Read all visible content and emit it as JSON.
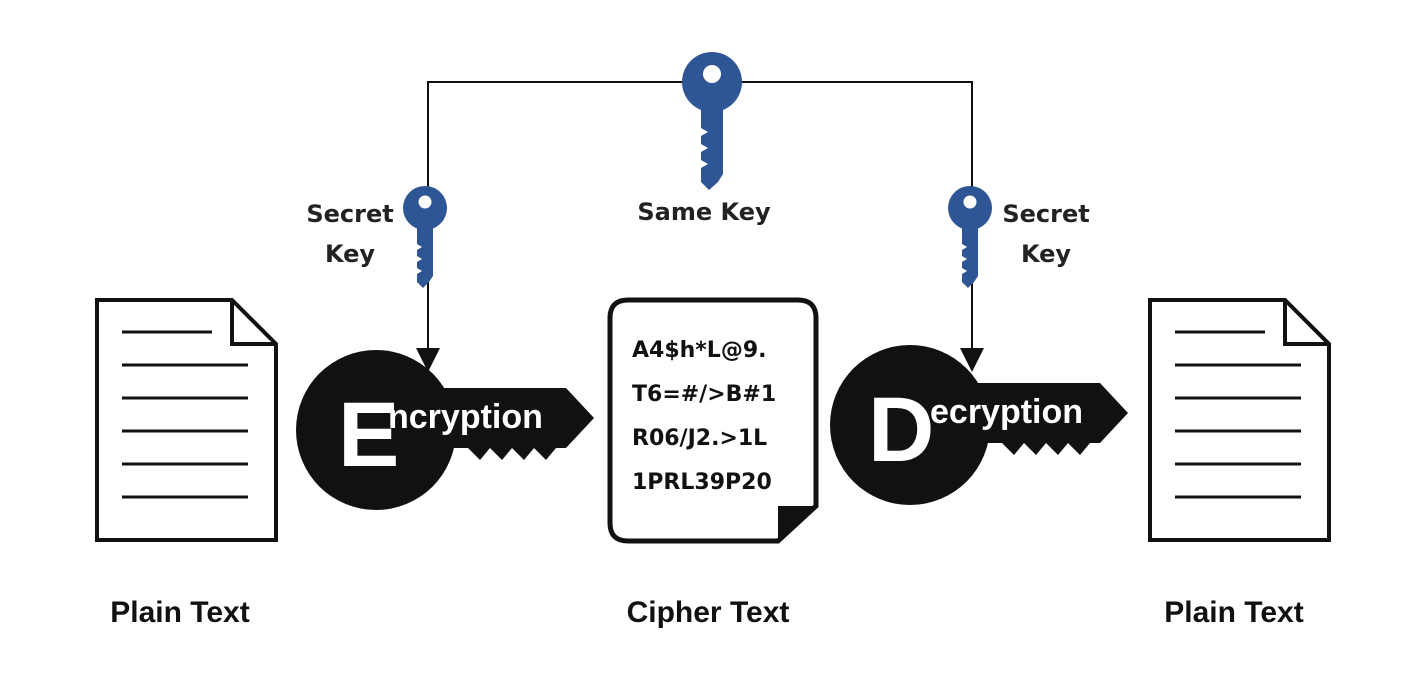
{
  "labels": {
    "secret_key_left": [
      "Secret",
      "Key"
    ],
    "same_key": "Same Key",
    "secret_key_right": [
      "Secret",
      "Key"
    ],
    "plain_text_left": "Plain Text",
    "cipher_text": "Cipher Text",
    "plain_text_right": "Plain Text"
  },
  "encryption": {
    "initial": "E",
    "rest": "ncryption"
  },
  "decryption": {
    "initial": "D",
    "rest": "ecryption"
  },
  "cipher_lines": [
    "A4$h*L@9.",
    "T6=#/>B#1",
    "R06/J2.>1L",
    "1PRL39P20"
  ],
  "colors": {
    "key_blue": "#2f5694",
    "ink": "#111111",
    "background": "#ffffff"
  },
  "icons": {
    "key": "key-icon",
    "document": "document-icon",
    "arrow": "arrow-down-icon"
  }
}
